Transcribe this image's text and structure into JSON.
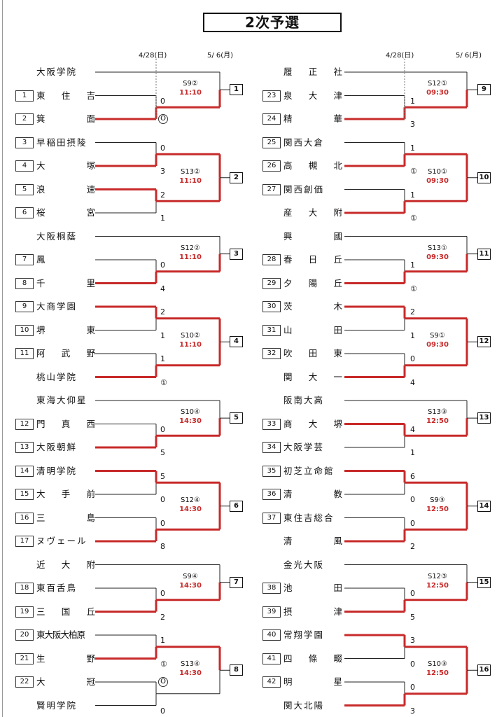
{
  "title": "2次予選",
  "dates": {
    "round1": "4/28(日)",
    "round2": "5/ 6(月)"
  },
  "colors": {
    "winner_line": "#c82a2a",
    "line": "#222222"
  },
  "left": [
    {
      "match": "1",
      "schedule": "S9②",
      "time": "11:10",
      "teams": [
        {
          "num": "",
          "name": "大阪学院",
          "score": "",
          "win": false,
          "bye": true
        },
        {
          "num": "1",
          "name": "東住吉",
          "score": "0",
          "win": false
        },
        {
          "num": "2",
          "name": "箕面",
          "score": "O",
          "win": true,
          "circled": true
        }
      ]
    },
    {
      "match": "2",
      "schedule": "S13②",
      "time": "11:10",
      "teams": [
        {
          "num": "3",
          "name": "早稲田摂陵",
          "score": "0",
          "win": false
        },
        {
          "num": "4",
          "name": "大塚",
          "score": "3",
          "win": true
        },
        {
          "num": "5",
          "name": "浪速",
          "score": "2",
          "win": true
        },
        {
          "num": "6",
          "name": "桜宮",
          "score": "1",
          "win": false
        }
      ]
    },
    {
      "match": "3",
      "schedule": "S12②",
      "time": "11:10",
      "teams": [
        {
          "num": "",
          "name": "大阪桐蔭",
          "score": "",
          "win": false,
          "bye": true
        },
        {
          "num": "7",
          "name": "鳳",
          "score": "0",
          "win": false
        },
        {
          "num": "8",
          "name": "千里",
          "score": "4",
          "win": true
        }
      ]
    },
    {
      "match": "4",
      "schedule": "S10②",
      "time": "11:10",
      "teams": [
        {
          "num": "9",
          "name": "大商学園",
          "score": "2",
          "win": true
        },
        {
          "num": "10",
          "name": "堺東",
          "score": "1",
          "win": false
        },
        {
          "num": "11",
          "name": "阿武野",
          "score": "1",
          "win": false
        },
        {
          "num": "",
          "name": "桃山学院",
          "score": "①",
          "win": true
        }
      ]
    },
    {
      "match": "5",
      "schedule": "S10④",
      "time": "14:30",
      "teams": [
        {
          "num": "",
          "name": "東海大仰星",
          "score": "",
          "win": false,
          "bye": true
        },
        {
          "num": "12",
          "name": "門真西",
          "score": "0",
          "win": false
        },
        {
          "num": "13",
          "name": "大阪朝鮮",
          "score": "5",
          "win": true
        }
      ]
    },
    {
      "match": "6",
      "schedule": "S12④",
      "time": "14:30",
      "teams": [
        {
          "num": "14",
          "name": "清明学院",
          "score": "5",
          "win": true
        },
        {
          "num": "15",
          "name": "大手前",
          "score": "0",
          "win": false
        },
        {
          "num": "16",
          "name": "三島",
          "score": "0",
          "win": false
        },
        {
          "num": "17",
          "name": "ヌヴェール",
          "score": "8",
          "win": true
        }
      ]
    },
    {
      "match": "7",
      "schedule": "S9④",
      "time": "14:30",
      "teams": [
        {
          "num": "",
          "name": "近大附",
          "score": "",
          "win": false,
          "bye": true
        },
        {
          "num": "18",
          "name": "東百舌鳥",
          "score": "0",
          "win": false
        },
        {
          "num": "19",
          "name": "三国丘",
          "score": "2",
          "win": true
        }
      ]
    },
    {
      "match": "8",
      "schedule": "S13④",
      "time": "14:30",
      "teams": [
        {
          "num": "20",
          "name": "東大阪大柏原",
          "score": "1",
          "win": false
        },
        {
          "num": "21",
          "name": "生野",
          "score": "①",
          "win": true
        },
        {
          "num": "22",
          "name": "大冠",
          "score": "O",
          "win": false,
          "circled": true
        },
        {
          "num": "",
          "name": "賢明学院",
          "score": "0",
          "win": false
        }
      ]
    }
  ],
  "right": [
    {
      "match": "9",
      "schedule": "S12①",
      "time": "09:30",
      "teams": [
        {
          "num": "",
          "name": "履正社",
          "score": "",
          "win": false,
          "bye": true
        },
        {
          "num": "23",
          "name": "泉大津",
          "score": "1",
          "win": false
        },
        {
          "num": "24",
          "name": "精華",
          "score": "3",
          "win": true
        }
      ]
    },
    {
      "match": "10",
      "schedule": "S10①",
      "time": "09:30",
      "teams": [
        {
          "num": "25",
          "name": "関西大倉",
          "score": "1",
          "win": false
        },
        {
          "num": "26",
          "name": "高槻北",
          "score": "①",
          "win": true
        },
        {
          "num": "27",
          "name": "関西創価",
          "score": "1",
          "win": false
        },
        {
          "num": "",
          "name": "産大附",
          "score": "①",
          "win": true
        }
      ]
    },
    {
      "match": "11",
      "schedule": "S13①",
      "time": "09:30",
      "teams": [
        {
          "num": "",
          "name": "興國",
          "score": "",
          "win": false,
          "bye": true
        },
        {
          "num": "28",
          "name": "春日丘",
          "score": "1",
          "win": false
        },
        {
          "num": "29",
          "name": "夕陽丘",
          "score": "①",
          "win": true
        }
      ]
    },
    {
      "match": "12",
      "schedule": "S9①",
      "time": "09:30",
      "teams": [
        {
          "num": "30",
          "name": "茨木",
          "score": "2",
          "win": true
        },
        {
          "num": "31",
          "name": "山田",
          "score": "1",
          "win": false
        },
        {
          "num": "32",
          "name": "吹田東",
          "score": "0",
          "win": false
        },
        {
          "num": "",
          "name": "関大一",
          "score": "4",
          "win": true
        }
      ]
    },
    {
      "match": "13",
      "schedule": "S13③",
      "time": "12:50",
      "teams": [
        {
          "num": "",
          "name": "阪南大高",
          "score": "",
          "win": false,
          "bye": true
        },
        {
          "num": "33",
          "name": "商大堺",
          "score": "4",
          "win": true
        },
        {
          "num": "34",
          "name": "大阪学芸",
          "score": "1",
          "win": false
        }
      ]
    },
    {
      "match": "14",
      "schedule": "S9③",
      "time": "12:50",
      "teams": [
        {
          "num": "35",
          "name": "初芝立命館",
          "score": "6",
          "win": true
        },
        {
          "num": "36",
          "name": "清教",
          "score": "0",
          "win": false
        },
        {
          "num": "37",
          "name": "東住吉総合",
          "score": "0",
          "win": false
        },
        {
          "num": "",
          "name": "清風",
          "score": "2",
          "win": true
        }
      ]
    },
    {
      "match": "15",
      "schedule": "S12③",
      "time": "12:50",
      "teams": [
        {
          "num": "",
          "name": "金光大阪",
          "score": "",
          "win": false,
          "bye": true
        },
        {
          "num": "38",
          "name": "池田",
          "score": "0",
          "win": false
        },
        {
          "num": "39",
          "name": "摂津",
          "score": "5",
          "win": true
        }
      ]
    },
    {
      "match": "16",
      "schedule": "S10③",
      "time": "12:50",
      "teams": [
        {
          "num": "40",
          "name": "常翔学園",
          "score": "3",
          "win": true
        },
        {
          "num": "41",
          "name": "四條畷",
          "score": "0",
          "win": false
        },
        {
          "num": "42",
          "name": "明星",
          "score": "0",
          "win": false
        },
        {
          "num": "",
          "name": "関大北陽",
          "score": "3",
          "win": true
        }
      ]
    }
  ]
}
